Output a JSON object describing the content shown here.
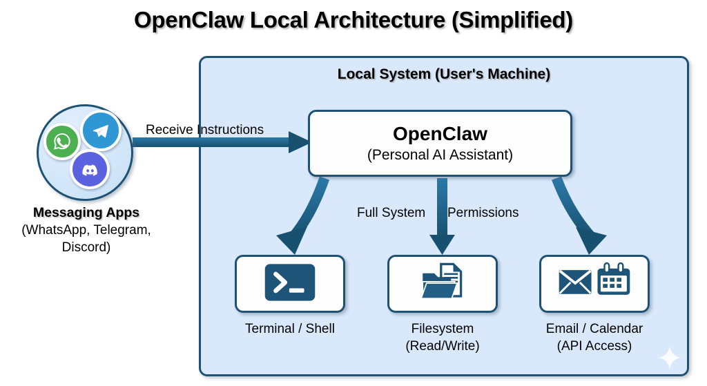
{
  "title": "OpenClaw Local Architecture (Simplified)",
  "panel": {
    "title": "Local System (User's Machine)",
    "background_color": "#d9e9fb",
    "border_color": "#1d5275",
    "sparkle_icon": "sparkle-icon"
  },
  "source": {
    "label_bold": "Messaging Apps",
    "label_line2": "(WhatsApp, Telegram,",
    "label_line3": "Discord)",
    "apps": [
      {
        "name": "WhatsApp",
        "icon": "whatsapp-icon",
        "color": "#4cb050"
      },
      {
        "name": "Telegram",
        "icon": "telegram-icon",
        "color": "#2e97d4"
      },
      {
        "name": "Discord",
        "icon": "discord-icon",
        "color": "#5b62e0"
      }
    ]
  },
  "core": {
    "title": "OpenClaw",
    "subtitle": "(Personal AI Assistant)"
  },
  "arrows": {
    "receive": "Receive Instructions",
    "permissions_left": "Full System",
    "permissions_right": "Permissions",
    "color": "#1f6390"
  },
  "capabilities": [
    {
      "icon": "terminal-icon",
      "label_line1": "Terminal / Shell",
      "label_line2": ""
    },
    {
      "icon": "folder-document-icon",
      "label_line1": "Filesystem",
      "label_line2": "(Read/Write)"
    },
    {
      "icon": "email-calendar-icon",
      "label_line1": "Email / Calendar",
      "label_line2": "(API Access)"
    }
  ]
}
